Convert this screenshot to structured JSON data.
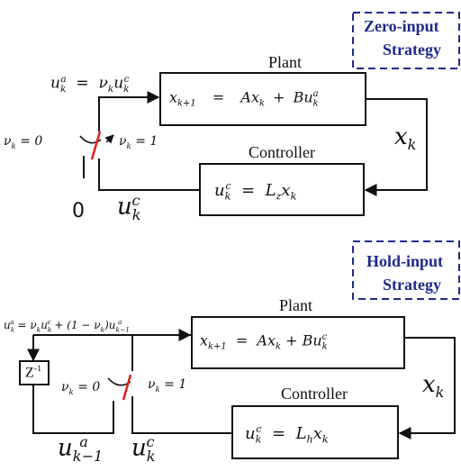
{
  "top": {
    "strategy_line1": "Zero-input",
    "strategy_line2": "Strategy",
    "plant_title": "Plant",
    "controller_title": "Controller",
    "plant_eq": "x_{k+1} = Ax_k + Bu^a_k",
    "controller_eq": "u^c_k = L_z x_k",
    "actuator_eq": "u^a_k = ν_k u^c_k",
    "switch_off": "ν_k = 0",
    "switch_on": "ν_k = 1",
    "state_label": "x_k",
    "zero_label": "0",
    "control_label": "u^c_k"
  },
  "bottom": {
    "strategy_line1": "Hold-input",
    "strategy_line2": "Strategy",
    "plant_title": "Plant",
    "controller_title": "Controller",
    "plant_eq": "x_{k+1} = Ax_k + Bu^c_k",
    "controller_eq": "u^c_k = L_h x_k",
    "actuator_eq": "u^a_k = ν_k u^c_k + (1 − ν_k) u^a_{k−1}",
    "delay_block": "Z-1",
    "switch_off": "ν_k = 0",
    "switch_on": "ν_k = 1",
    "state_label": "x_k",
    "held_label": "u^a_{k−1}",
    "control_label": "u^c_k"
  },
  "colors": {
    "line": "#111111",
    "strategy_border": "#1f2a8c",
    "switch": "#e0201c"
  }
}
